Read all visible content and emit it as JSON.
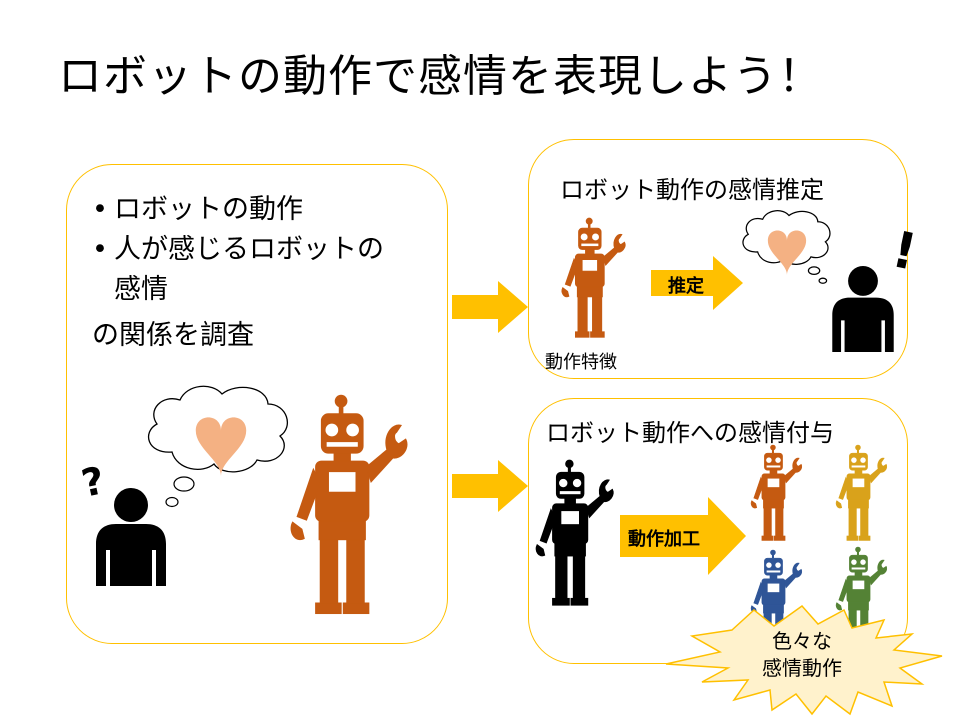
{
  "slide": {
    "title": "ロボットの動作で感情を表現しよう！"
  },
  "left_panel": {
    "bullets": [
      "ロボットの動作",
      "人が感じるロボットの",
      "感情"
    ],
    "bullet_symbol": "•",
    "summary": "の関係を調査"
  },
  "top_right_panel": {
    "title": "ロボット動作の感情推定",
    "arrow_label": "推定",
    "caption": "動作特徴"
  },
  "bottom_right_panel": {
    "title": "ロボット動作への感情付与",
    "arrow_label": "動作加工",
    "burst_lines": [
      "色々な",
      "感情動作"
    ]
  },
  "marks": {
    "question": "?",
    "exclamation": "!"
  },
  "colors": {
    "panel_border": "#ffc000",
    "arrow_fill": "#ffc000",
    "robot_orange": "#c55a11",
    "robot_black": "#000000",
    "robot_gold": "#d9a21b",
    "robot_blue": "#2f5597",
    "robot_green": "#548235",
    "heart": "#f4b183"
  }
}
